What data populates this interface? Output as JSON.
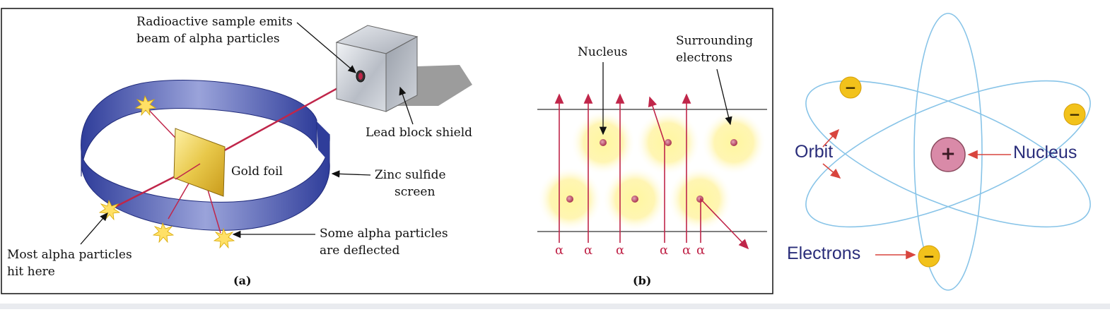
{
  "panel_a": {
    "label_source_line1": "Radioactive sample emits",
    "label_source_line2": "beam of alpha particles",
    "label_lead_block": "Lead block shield",
    "label_gold_foil": "Gold foil",
    "label_zinc_line1": "Zinc sulfide",
    "label_zinc_line2": "screen",
    "label_deflected_line1": "Some alpha particles",
    "label_deflected_line2": "are deflected",
    "label_most_line1": "Most alpha particles",
    "label_most_line2": "hit here",
    "caption": "(a)"
  },
  "panel_b": {
    "label_nucleus": "Nucleus",
    "label_electrons_line1": "Surrounding",
    "label_electrons_line2": "electrons",
    "alpha_symbol": "α",
    "alpha_labels": [
      "α",
      "α",
      "α",
      "α",
      "α",
      "α"
    ],
    "caption": "(b)"
  },
  "panel_c": {
    "label_orbit": "Orbit",
    "label_nucleus": "Nucleus",
    "label_electrons": "Electrons",
    "nucleus_symbol": "+",
    "electron_symbol": "−"
  },
  "colors": {
    "beam": "#c0264a",
    "screen": "#4a58b0",
    "gold": "#e8c84a",
    "orbit": "#88c4e8",
    "electron": "#f2c21b",
    "nucleus": "#d98aa8",
    "label_blue": "#2a2d7a",
    "arrow_red": "#d8453e"
  }
}
